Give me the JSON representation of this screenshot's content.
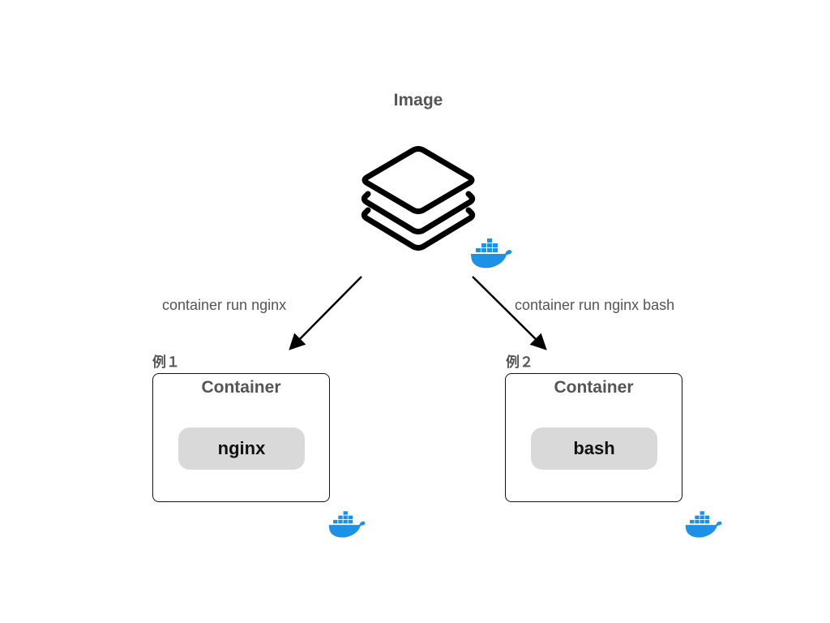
{
  "image_label": "Image",
  "commands": {
    "left": "container run nginx",
    "right": "container run nginx bash"
  },
  "examples": [
    {
      "tag": "例１",
      "container_title": "Container",
      "process": "nginx"
    },
    {
      "tag": "例２",
      "container_title": "Container",
      "process": "bash"
    }
  ],
  "icons": {
    "image": "layers-stack-icon",
    "brand": "docker-whale-icon"
  },
  "colors": {
    "text": "#555555",
    "pill": "#d9d9d9",
    "docker_blue": "#1d91e6",
    "stroke": "#111111"
  }
}
